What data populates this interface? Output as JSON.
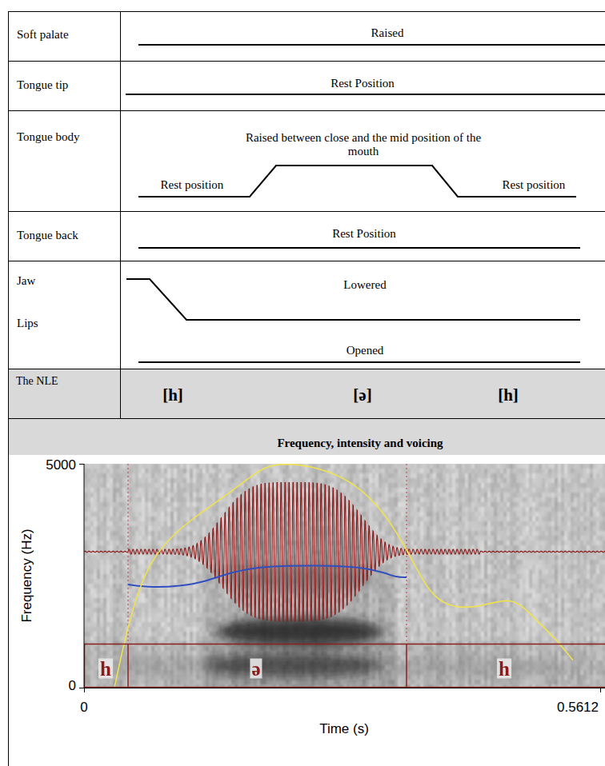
{
  "diagram": {
    "labels": [
      "Soft palate",
      "Raised",
      "Tongue tip",
      "Rest Position",
      "Tongue body",
      "Raised between close and the mid position of the mouth",
      "Rest position",
      "Rest position",
      "Tongue back",
      "Rest Position",
      "Jaw",
      "Lowered",
      "Lips",
      "Opened",
      "The NLE",
      "[h]",
      "[ə]",
      "[h]",
      "Frequency, intensity and voicing",
      "5000",
      "Frequency (Hz)",
      "0",
      "h",
      "ə",
      "h",
      "0",
      "0.5612",
      "Time (s)"
    ]
  }
}
